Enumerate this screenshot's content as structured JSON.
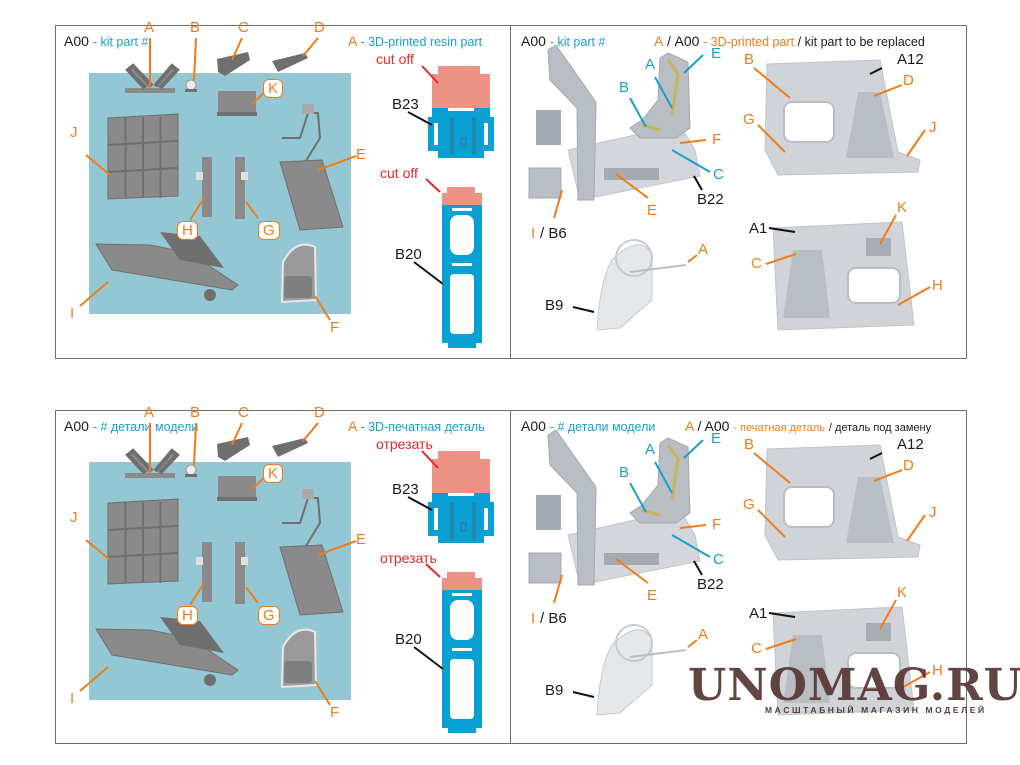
{
  "colors": {
    "accent_blue": "#1a9fd0",
    "accent_orange": "#f07c1a",
    "cut_red": "#e5282a",
    "resin_blue": "#0aa0d4",
    "cut_pink": "#ec9286",
    "render_bg": "#93c7d3",
    "watermark": "#5a3a36"
  },
  "english": {
    "left_panel": {
      "legend_code": "A00",
      "legend_kit": "- kit part #",
      "legend_letter": "A",
      "legend_resin": "- 3D-printed resin part",
      "parts": [
        "A",
        "B",
        "C",
        "D",
        "E",
        "F",
        "G",
        "H",
        "I",
        "J",
        "K"
      ],
      "cut_label": "cut off",
      "resin_parts": [
        "B23",
        "B20"
      ]
    },
    "right_panel": {
      "legend_code": "A00",
      "legend_kit": "- kit part #",
      "legend_letter": "A",
      "legend_slash": "/",
      "legend_code2": "A00",
      "legend_printed": "- 3D-printed part",
      "legend_replace": "/ kit part to be replaced",
      "seat": {
        "A": "A",
        "B": "B",
        "C": "C",
        "E1": "E",
        "E2": "E",
        "F": "F",
        "B22": "B22",
        "I": "I",
        "B6": "/ B6"
      },
      "b9": {
        "A": "A",
        "B9": "B9"
      },
      "wall_top": {
        "B": "B",
        "A12": "A12",
        "D": "D",
        "G": "G",
        "J": "J"
      },
      "wall_bottom": {
        "A1": "A1",
        "K": "K",
        "C": "C",
        "H": "H"
      }
    }
  },
  "russian": {
    "left_panel": {
      "legend_code": "A00",
      "legend_kit": "- # детали модели",
      "legend_letter": "A",
      "legend_resin": "- 3D-печатная деталь",
      "cut_label": "отрезать",
      "resin_parts": [
        "B23",
        "B20"
      ]
    },
    "right_panel": {
      "legend_code": "A00",
      "legend_kit": "- # детали модели",
      "legend_letter": "A",
      "legend_slash": "/",
      "legend_code2": "A00",
      "legend_printed": "- печатная деталь",
      "legend_replace": "/ деталь под замену"
    }
  },
  "watermark": {
    "title": "UNOMAG.RU",
    "subtitle": "МАСШТАБНЫЙ МАГАЗИН МОДЕЛЕЙ"
  }
}
